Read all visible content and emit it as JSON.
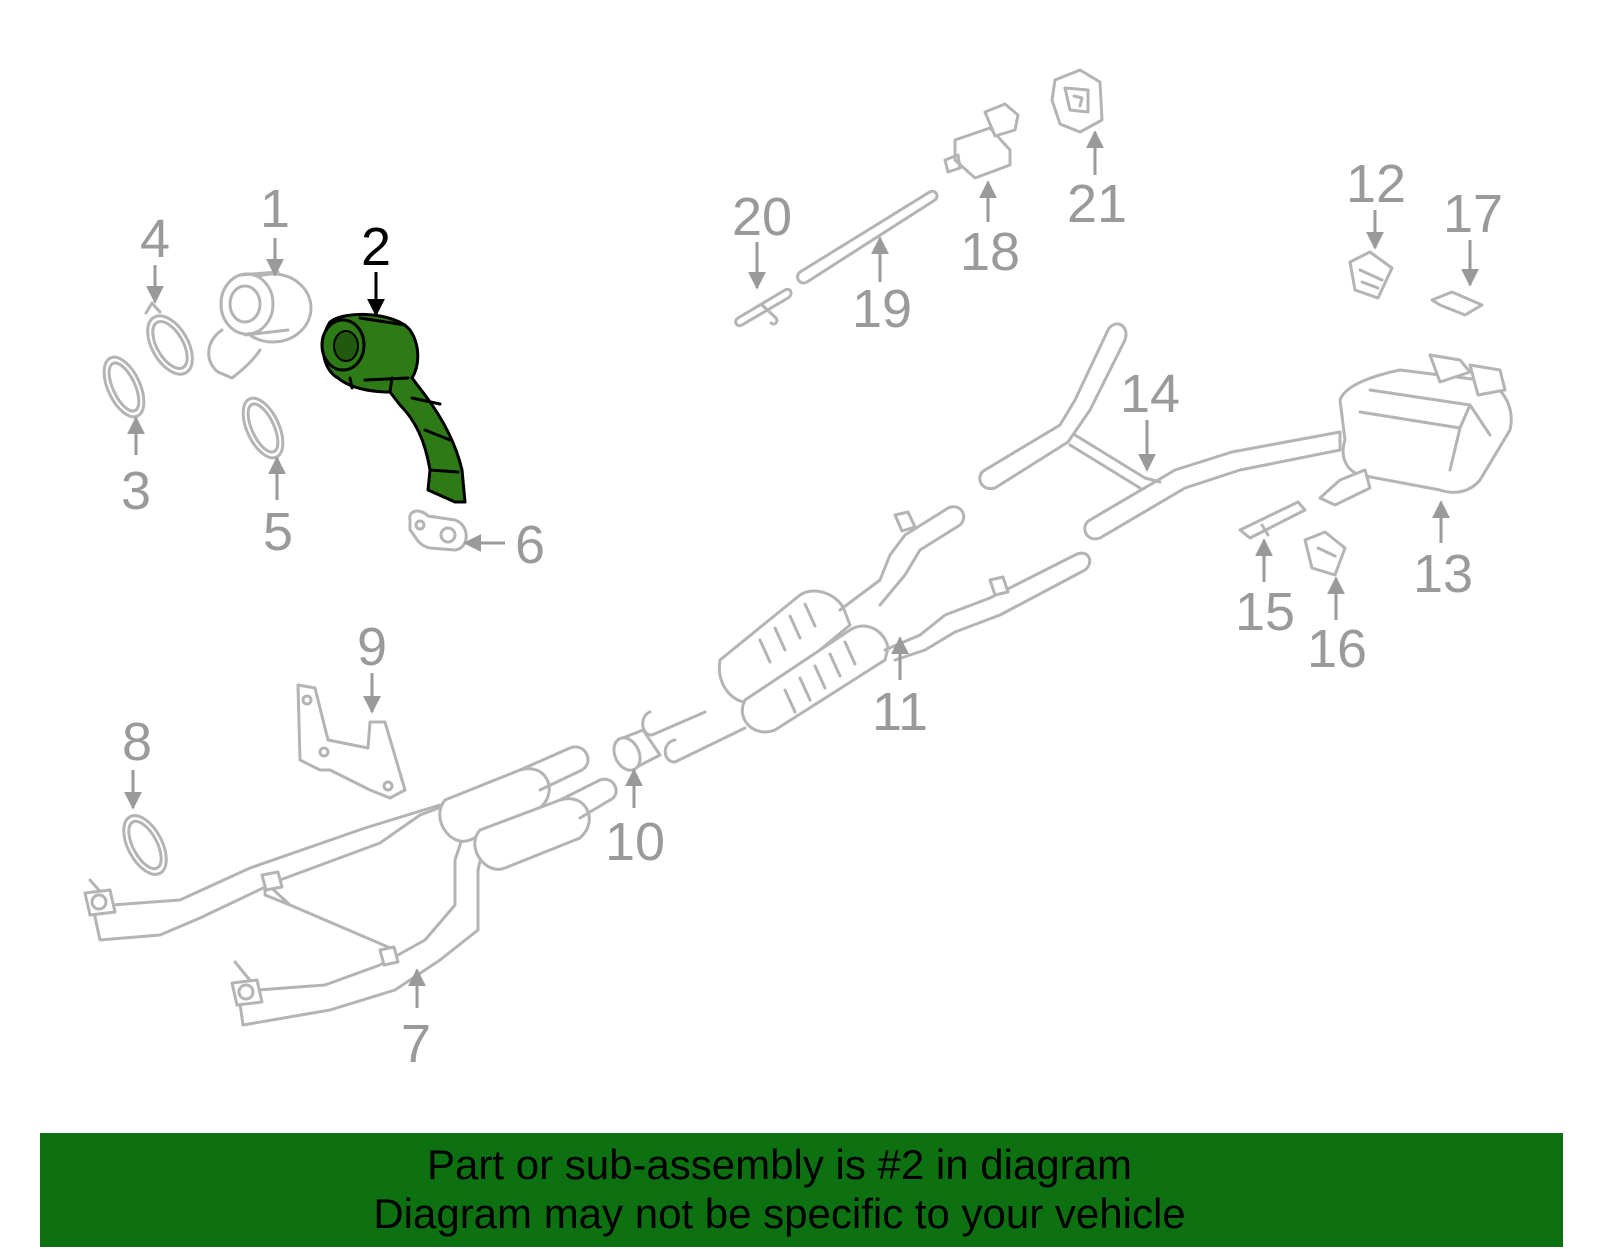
{
  "diagram": {
    "highlighted_part": "2",
    "highlight_color": "#2e7a16",
    "part_color": "#b4b4b4",
    "callouts": [
      "1",
      "2",
      "3",
      "4",
      "5",
      "6",
      "7",
      "8",
      "9",
      "10",
      "11",
      "12",
      "13",
      "14",
      "15",
      "16",
      "17",
      "18",
      "19",
      "20",
      "21"
    ]
  },
  "banner": {
    "color": "#0d7111",
    "line1": "Part or sub-assembly is #2 in diagram",
    "line2": "Diagram may not be specific to your vehicle"
  }
}
